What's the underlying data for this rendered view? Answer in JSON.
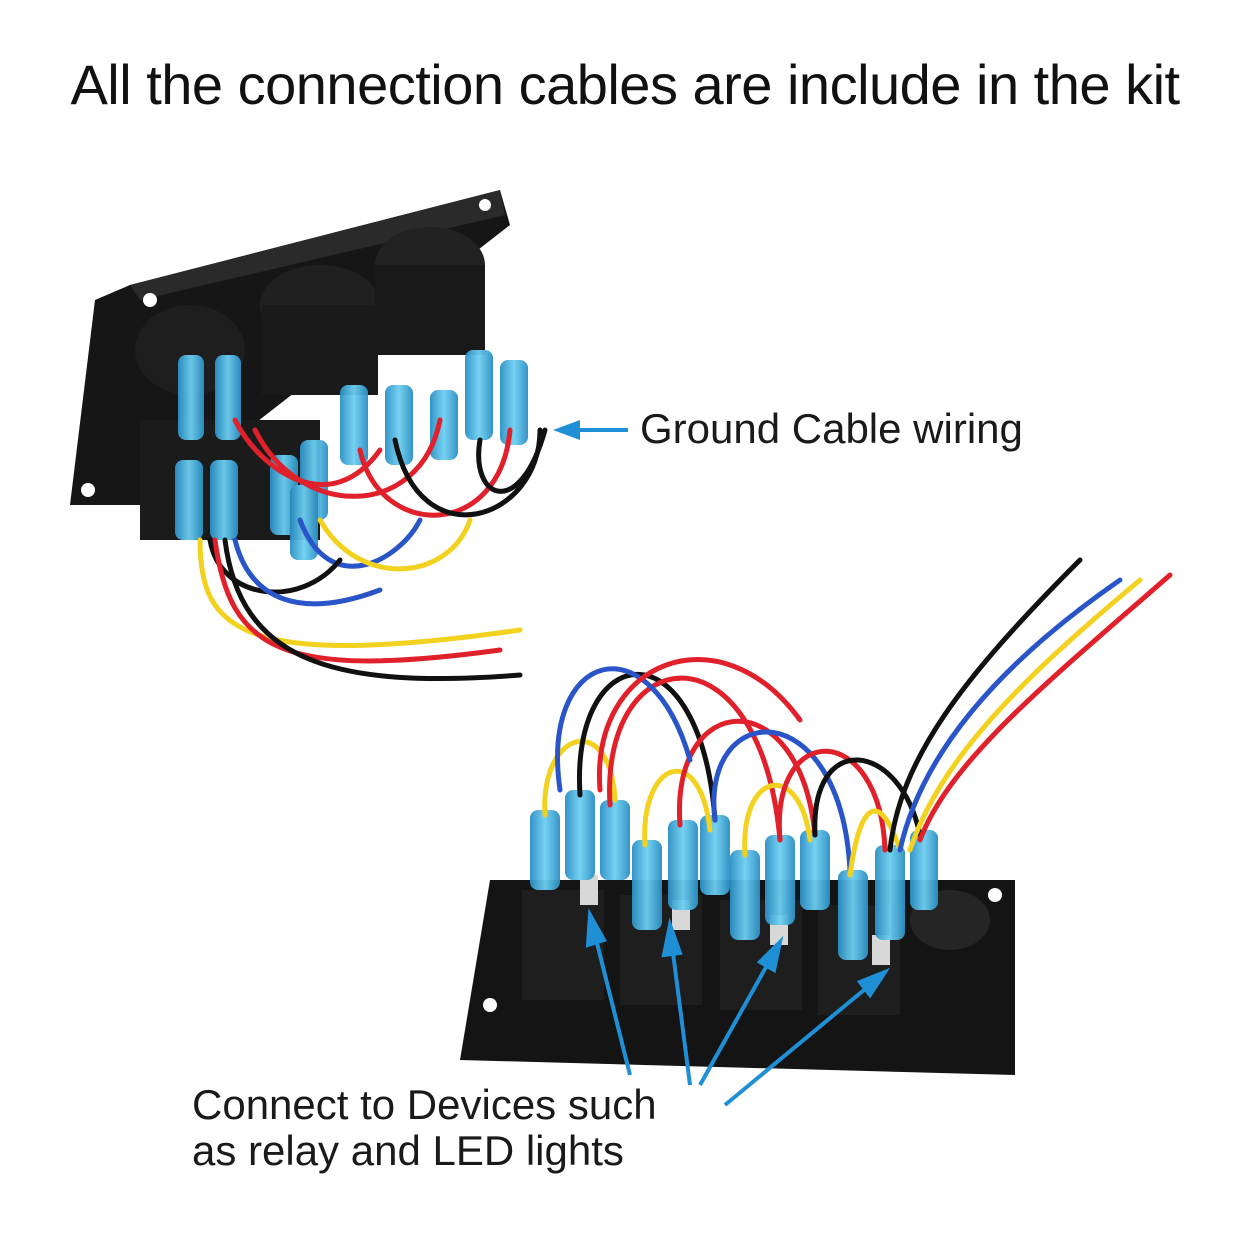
{
  "title": "All the connection cables are include in the kit",
  "labels": {
    "ground": "Ground Cable wiring",
    "connect_line1": "Connect to Devices such",
    "connect_line2": "as relay and LED lights"
  },
  "colors": {
    "panel": "#151515",
    "terminal_blue": "#3aa9dc",
    "wire_red": "#e0202a",
    "wire_black": "#111111",
    "wire_blue": "#2a55c8",
    "wire_yellow": "#f2d21e",
    "arrow": "#1f8fd6"
  },
  "icons": [
    "arrow-left-icon",
    "arrow-up-icon"
  ]
}
